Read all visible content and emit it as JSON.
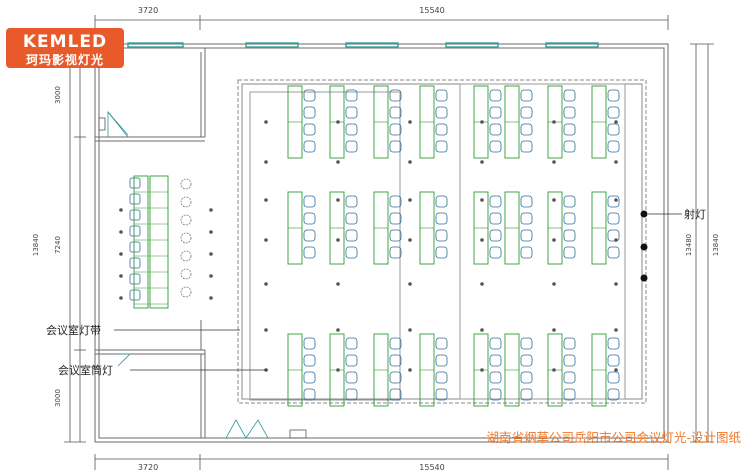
{
  "logo": {
    "brand": "KEMLED",
    "subtitle": "珂玛影视灯光"
  },
  "dimensions": {
    "top_left": "3720",
    "top_right": "15540",
    "bottom_left": "3720",
    "bottom_right": "15540",
    "left_top": "3000",
    "left_middle": "7240",
    "left_outer": "13840",
    "left_bottom": "3000",
    "right_inner": "13480",
    "right_outer": "13840"
  },
  "labels": {
    "spotlight": "射灯",
    "strip_light": "会议室灯带",
    "downlight": "会议室筒灯"
  },
  "caption": "湖南省烟草公司岳阳市公司会议灯光-设计图纸",
  "colors": {
    "wall": "#6b6b6b",
    "furniture": "#2f9b2f",
    "chair": "#2f6f9b",
    "window": "#3aa6a0",
    "caption": "#f0782a",
    "logo_bg": "#e85a2a"
  }
}
